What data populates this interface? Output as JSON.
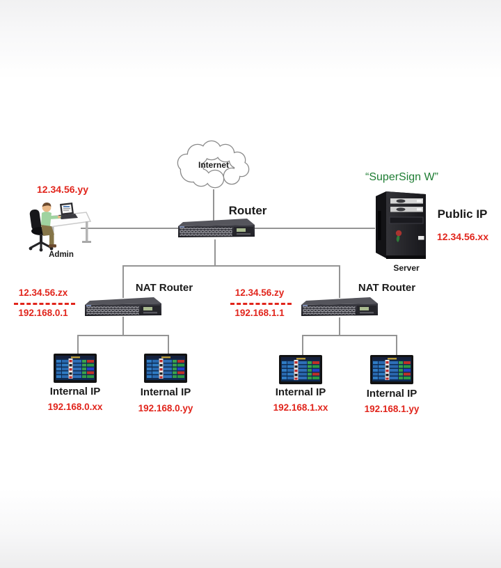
{
  "internet": {
    "label": "Internet"
  },
  "router": {
    "label": "Router"
  },
  "admin": {
    "ip": "12.34.56.yy",
    "label": "Admin"
  },
  "server": {
    "product": "“SuperSign W”",
    "public_ip_label": "Public IP",
    "public_ip": "12.34.56.xx",
    "label": "Server"
  },
  "nat_routers": [
    {
      "label": "NAT Router",
      "public_ip": "12.34.56.zx",
      "private_ip": "192.168.0.1"
    },
    {
      "label": "NAT Router",
      "public_ip": "12.34.56.zy",
      "private_ip": "192.168.1.1"
    }
  ],
  "displays": [
    {
      "label": "Internal IP",
      "ip": "192.168.0.xx"
    },
    {
      "label": "Internal IP",
      "ip": "192.168.0.yy"
    },
    {
      "label": "Internal IP",
      "ip": "192.168.1.xx"
    },
    {
      "label": "Internal IP",
      "ip": "192.168.1.yy"
    }
  ],
  "colors": {
    "ip_red": "#e1251c",
    "brand_green": "#1e7d33",
    "line_gray": "#949494"
  }
}
